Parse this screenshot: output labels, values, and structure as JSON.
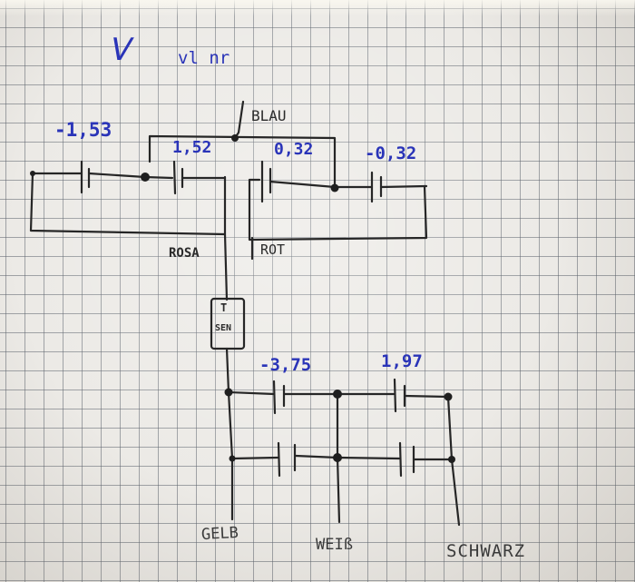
{
  "header": {
    "mark_v": "V",
    "mark_vl": "vl nr"
  },
  "top_network": {
    "label_blau": "BLAU",
    "label_rosa": "ROSA",
    "label_rot": "ROT",
    "value_1": "-1,53",
    "value_2": "1,52",
    "value_3": "0,32",
    "value_4": "-0,32"
  },
  "middle": {
    "sensor_label_1": "T",
    "sensor_label_2": "SEN"
  },
  "bottom_network": {
    "value_1": "-3,75",
    "value_2": "1,97",
    "label_gelb": "GELB",
    "label_weiss": "WEIß",
    "label_schwarz": "SCHWARZ"
  },
  "colors": {
    "ink_blue": "#2a34b8",
    "ink_black": "#2a2a2a",
    "paper": "#eceae6",
    "grid_line": "#5f646e"
  }
}
